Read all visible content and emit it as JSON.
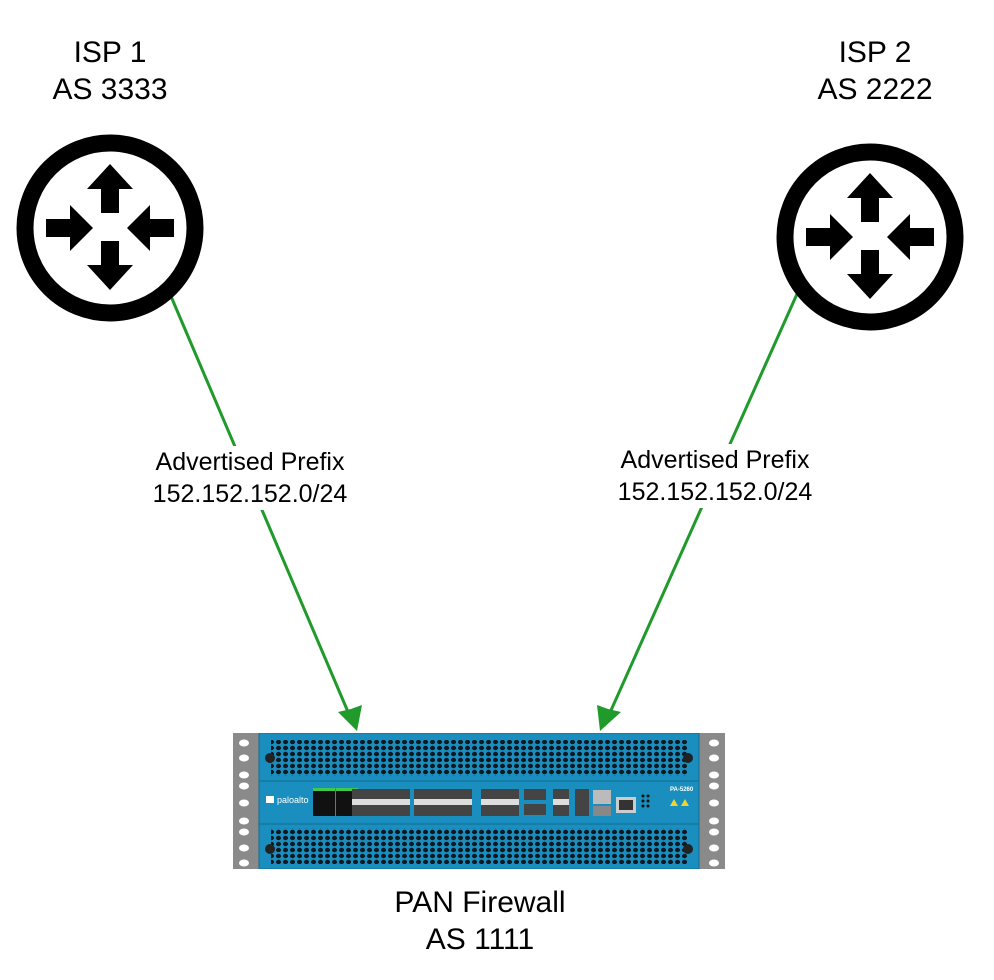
{
  "diagram": {
    "nodes": [
      {
        "id": "isp1",
        "type": "router",
        "name": "ISP 1",
        "as": "AS 3333"
      },
      {
        "id": "isp2",
        "type": "router",
        "name": "ISP 2",
        "as": "AS 2222"
      },
      {
        "id": "fw",
        "type": "firewall",
        "name": "PAN Firewall",
        "as": "AS 1111",
        "model": "PA-5260",
        "brand": "paloalto"
      }
    ],
    "edges": [
      {
        "from": "isp1",
        "to": "fw",
        "label_line1": "Advertised Prefix",
        "label_line2": "152.152.152.0/24"
      },
      {
        "from": "isp2",
        "to": "fw",
        "label_line1": "Advertised Prefix",
        "label_line2": "152.152.152.0/24"
      }
    ]
  },
  "colors": {
    "edge": "#1f9a2b",
    "router": "#000000",
    "firewall_body": "#1a8fbf",
    "rack_ear": "#8a8a8a"
  }
}
